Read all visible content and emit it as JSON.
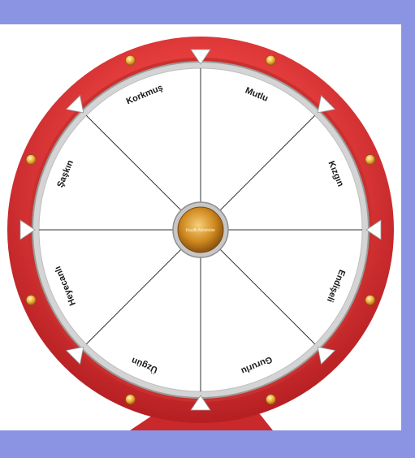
{
  "wheel": {
    "segments": [
      "Mutlu",
      "Kızgın",
      "Endişeli",
      "Gururlu",
      "Üzgün",
      "Heyecanlı",
      "Şaşkın",
      "Korkmuş"
    ],
    "hub_text": "Keyifli Aktiviteler",
    "colors": {
      "background": "#8a94e3",
      "rim": "#e43c3c",
      "rim_dark": "#b51f22",
      "face": "#ffffff",
      "bulb": "#f2b13a",
      "hub": "#d08a1f"
    }
  }
}
